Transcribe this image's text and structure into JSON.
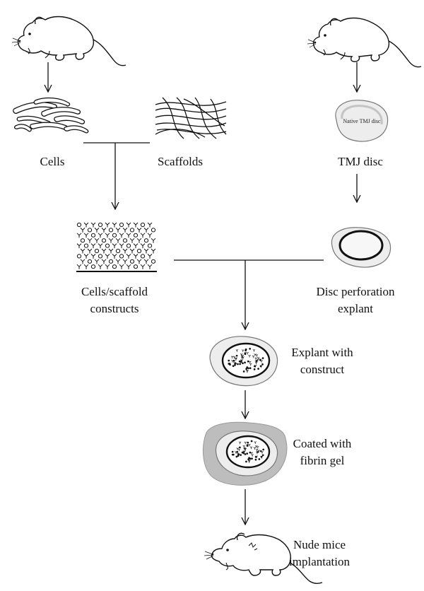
{
  "labels": {
    "cells": "Cells",
    "scaffolds": "Scaffolds",
    "tmj_disc": "TMJ disc",
    "native_tmj_disc": "Native TMJ disc",
    "constructs_line1": "Cells/scaffold",
    "constructs_line2": "constructs",
    "perforation_line1": "Disc perforation",
    "perforation_line2": "explant",
    "explant_line1": "Explant with",
    "explant_line2": "construct",
    "coated_line1": "Coated with",
    "coated_line2": "fibrin gel",
    "nude_line1": "Nude mice",
    "nude_line2": "implantation"
  },
  "icons": {
    "rat": "rat-icon",
    "cells": "cells-illustration-icon",
    "scaffold": "scaffold-fibers-icon",
    "disc": "tmj-disc-icon",
    "perforated_disc": "perforated-disc-icon",
    "construct": "construct-pattern-icon",
    "explant": "explant-construct-icon",
    "coated": "fibrin-coated-icon",
    "mouse": "nude-mouse-icon"
  },
  "colors": {
    "ink": "#111111",
    "disc_fill": "#ededed",
    "fibrin_gel": "#bdbdbd"
  }
}
